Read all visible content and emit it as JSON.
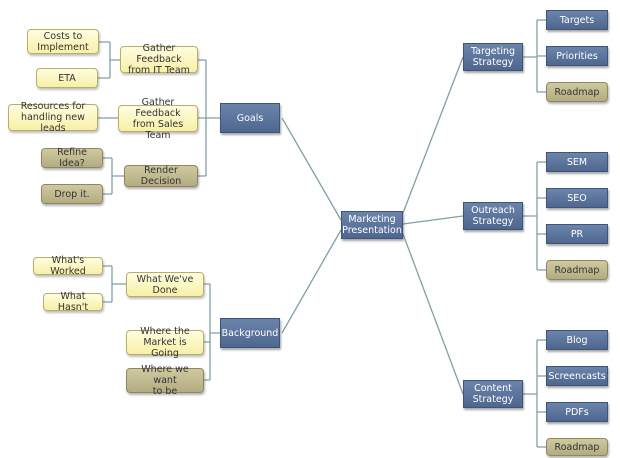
{
  "colors": {
    "node_blue": "#5a7199",
    "node_yellow": "#f9f4b8",
    "node_khaki": "#bfb88d",
    "connector": "#7fa0a6"
  },
  "nodes": {
    "center": "Marketing\nPresentation",
    "goals": "Goals",
    "background": "Background",
    "targeting_strategy": "Targeting\nStrategy",
    "outreach_strategy": "Outreach\nStrategy",
    "content_strategy": "Content\nStrategy",
    "targets": "Targets",
    "priorities": "Priorities",
    "roadmap_targeting": "Roadmap",
    "sem": "SEM",
    "seo": "SEO",
    "pr": "PR",
    "roadmap_outreach": "Roadmap",
    "blog": "Blog",
    "screencasts": "Screencasts",
    "pdfs": "PDFs",
    "roadmap_content": "Roadmap",
    "gather_it": "Gather Feedback\nfrom IT Team",
    "gather_sales": "Gather Feedback\nfrom Sales Team",
    "render_decision": "Render Decision",
    "costs": "Costs to\nImplement",
    "eta": "ETA",
    "resources": "Resources for\nhandling new leads",
    "refine": "Refine Idea?",
    "drop": "Drop it.",
    "what_weve_done": "What We've\nDone",
    "market_going": "Where the\nMarket is Going",
    "where_want": "Where we want\nto be",
    "what_worked": "What's Worked",
    "what_hasnt": "What Hasn't"
  }
}
